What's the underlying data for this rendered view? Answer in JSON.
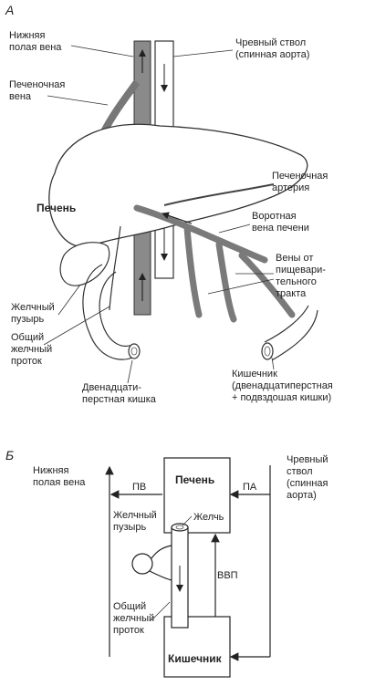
{
  "panel_a": {
    "letter": "А",
    "ivc": [
      "Нижняя",
      "полая вена"
    ],
    "celiac": [
      "Чревный ствол",
      "(спинная аорта)"
    ],
    "hepatic_vein": [
      "Печеночная",
      "вена"
    ],
    "hepatic_artery": [
      "Печеночная",
      "артерия"
    ],
    "liver": "Печень",
    "portal_vein": [
      "Воротная",
      "вена печени"
    ],
    "gi_veins": [
      "Вены от",
      "пищевари-",
      "тельного",
      "тракта"
    ],
    "gallbladder": [
      "Желчный",
      "пузырь"
    ],
    "common_duct": [
      "Общий",
      "желчный",
      "проток"
    ],
    "duodenum": [
      "Двенадцати-",
      "перстная кишка"
    ],
    "intestine": [
      "Кишечник",
      "(двенадцатиперстная",
      "+ подвздошая кишки)"
    ]
  },
  "panel_b": {
    "letter": "Б",
    "ivc": [
      "Нижняя",
      "полая вена"
    ],
    "celiac": [
      "Чревный",
      "ствол",
      "(спинная",
      "аорта)"
    ],
    "pv": "ПВ",
    "pa": "ПА",
    "liver": "Печень",
    "bile": "Желчь",
    "gallbladder": [
      "Желчный",
      "пузырь"
    ],
    "vvp": "ВВП",
    "common_duct": [
      "Общий",
      "желчный",
      "проток"
    ],
    "intestine": "Кишечник"
  }
}
